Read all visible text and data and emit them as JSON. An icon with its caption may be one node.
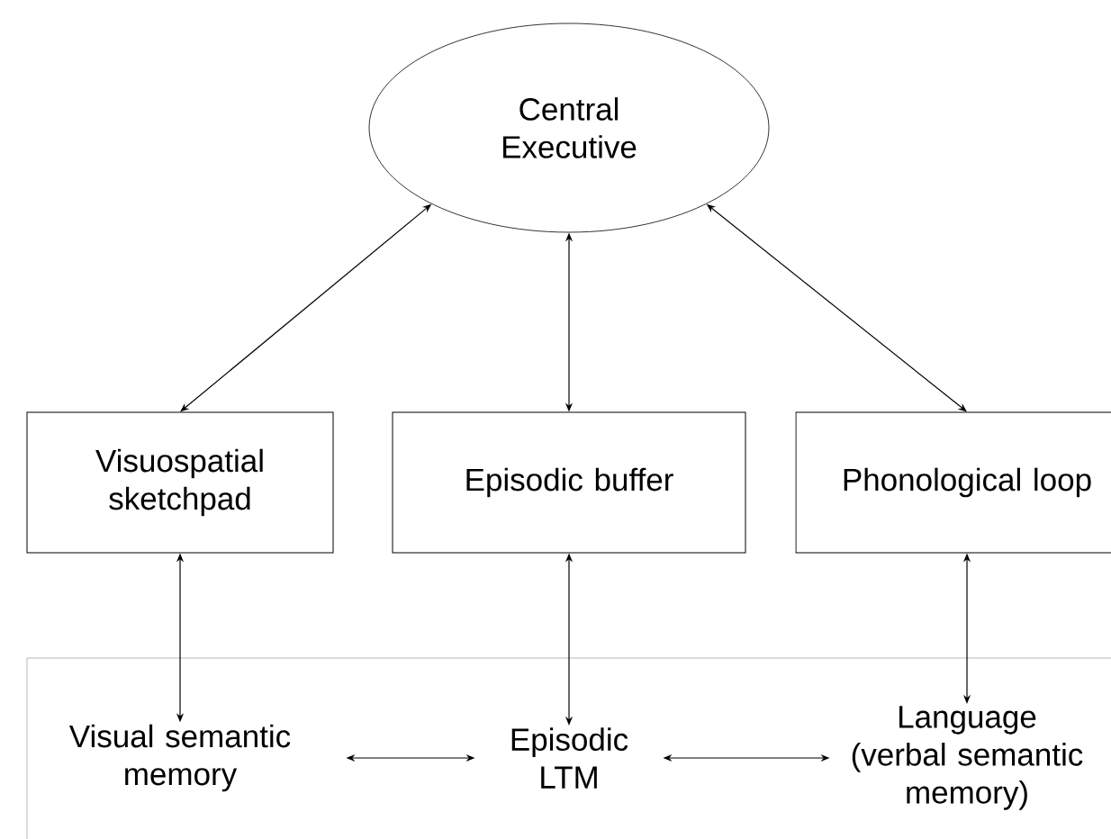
{
  "diagram": {
    "nodes": [
      {
        "text": [
          "Central Executive"
        ]
      },
      {
        "text": [
          "Visuospatial sketchpad"
        ]
      },
      {
        "text": [
          "Episodic buffer"
        ]
      },
      {
        "text": [
          "Phonological loop"
        ]
      },
      {
        "text": [],
        "shape": "box"
      },
      {
        "text": [
          "Visual semantic memory"
        ],
        "in": 4
      },
      {
        "text": [
          "Episodic LTM"
        ],
        "in": 4
      },
      {
        "text": [
          "Language (verbal semantic memory)"
        ],
        "in": 4
      }
    ],
    "edges": [
      {
        "from": 0,
        "to": 1,
        "arrow": "both"
      },
      {
        "from": 0,
        "to": 2,
        "arrow": "both"
      },
      {
        "from": 0,
        "to": 3,
        "arrow": "both"
      },
      {
        "from": 1,
        "to": 5,
        "arrow": "both"
      },
      {
        "from": 2,
        "to": 6,
        "arrow": "both"
      },
      {
        "from": 3,
        "to": 7,
        "arrow": "both"
      },
      {
        "from": 5,
        "to": 6,
        "arrow": "both"
      },
      {
        "from": 6,
        "to": 7,
        "arrow": "both"
      }
    ]
  }
}
